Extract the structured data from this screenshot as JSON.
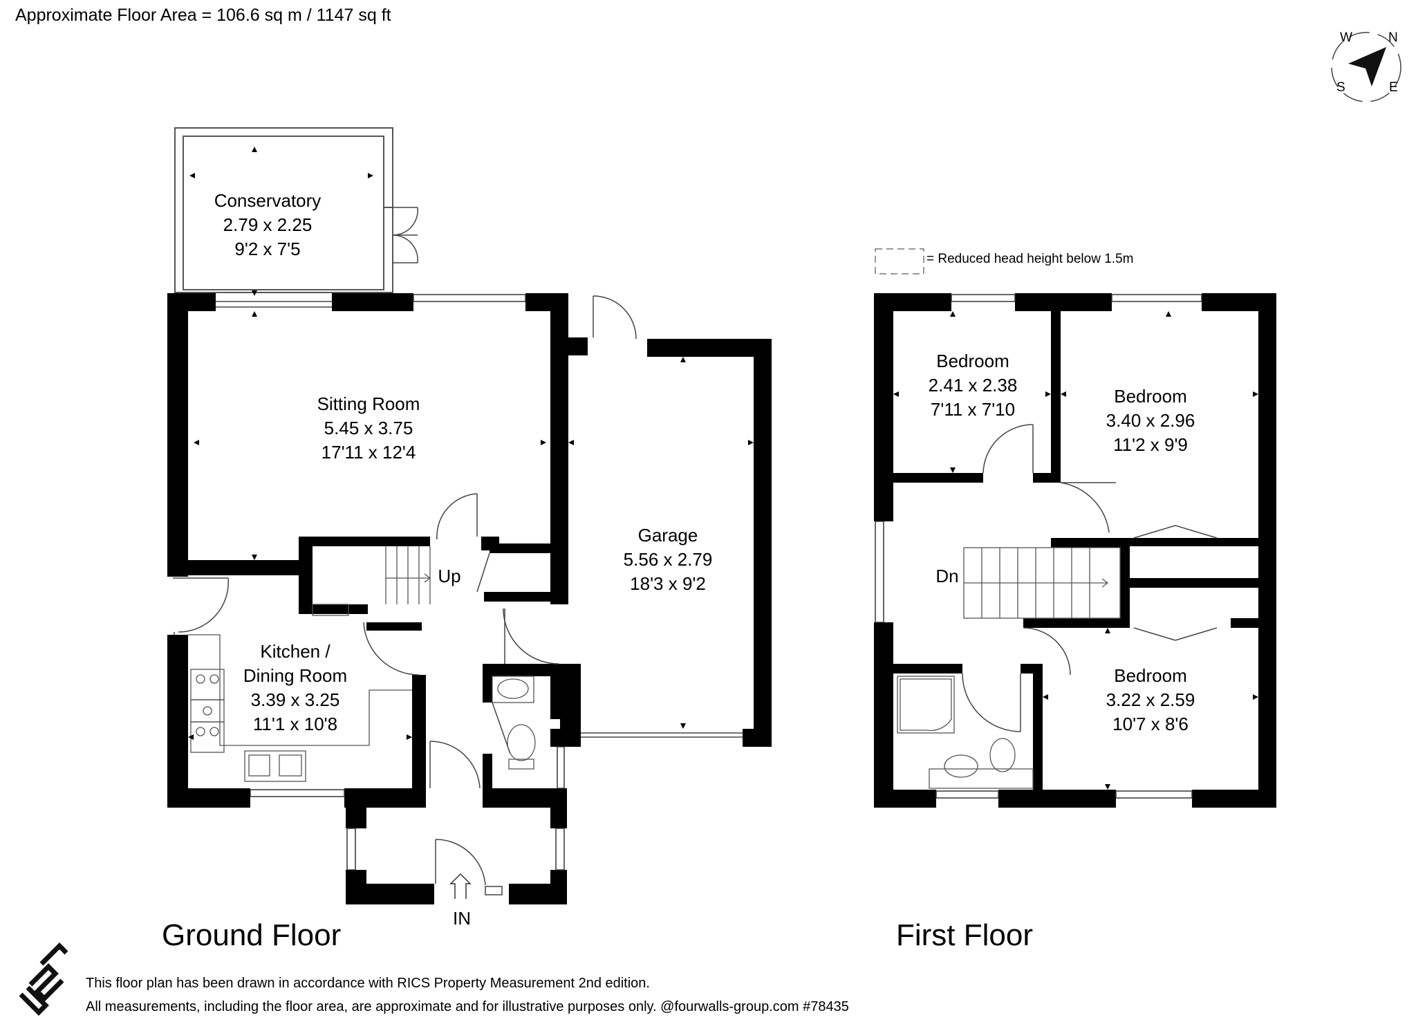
{
  "header": {
    "floor_area": "Approximate Floor Area = 106.6 sq m / 1147 sq ft"
  },
  "compass": {
    "n": "N",
    "e": "E",
    "s": "S",
    "w": "W"
  },
  "legend": {
    "text": "= Reduced head height below 1.5m"
  },
  "ground_floor": {
    "title": "Ground Floor",
    "entrance": "IN",
    "stairs": "Up",
    "rooms": {
      "conservatory": {
        "name": "Conservatory",
        "metric": "2.79 x 2.25",
        "imperial": "9'2 x 7'5"
      },
      "sitting_room": {
        "name": "Sitting Room",
        "metric": "5.45 x 3.75",
        "imperial": "17'11 x 12'4"
      },
      "garage": {
        "name": "Garage",
        "metric": "5.56 x 2.79",
        "imperial": "18'3 x 9'2"
      },
      "kitchen": {
        "name_line1": "Kitchen /",
        "name_line2": "Dining Room",
        "metric": "3.39 x 3.25",
        "imperial": "11'1 x 10'8"
      }
    }
  },
  "first_floor": {
    "title": "First Floor",
    "stairs": "Dn",
    "rooms": {
      "bedroom_1": {
        "name": "Bedroom",
        "metric": "2.41 x 2.38",
        "imperial": "7'11 x 7'10"
      },
      "bedroom_2": {
        "name": "Bedroom",
        "metric": "3.40 x 2.96",
        "imperial": "11'2 x 9'9"
      },
      "bedroom_3": {
        "name": "Bedroom",
        "metric": "3.22 x 2.59",
        "imperial": "10'7 x 8'6"
      }
    }
  },
  "footer": {
    "line1": "This floor plan has been drawn in accordance with RICS Property Measurement 2nd edition.",
    "line2": "All measurements, including the floor area, are approximate and for illustrative purposes only. @fourwalls-group.com #78435"
  }
}
